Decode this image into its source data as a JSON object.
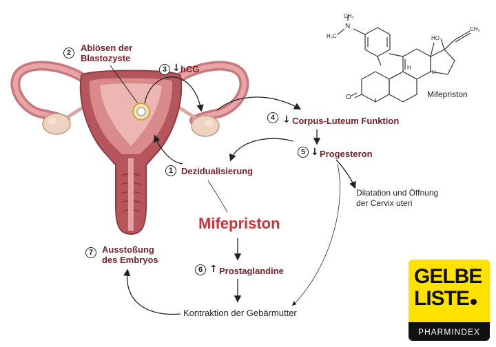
{
  "steps": {
    "s1": {
      "num": "1",
      "label": "Dezidualisierung"
    },
    "s2": {
      "num": "2",
      "line1": "Ablösen der",
      "line2": "Blastozyste"
    },
    "s3": {
      "num": "3",
      "arrow": "↓",
      "label": "hCG"
    },
    "s4": {
      "num": "4",
      "arrow": "↓",
      "label": "Corpus-Luteum Funktion"
    },
    "s5": {
      "num": "5",
      "arrow": "↓",
      "label": "Progesteron"
    },
    "s6": {
      "num": "6",
      "arrow": "↑",
      "label": "Prostaglandine"
    },
    "s7": {
      "num": "7",
      "line1": "Ausstoßung",
      "line2": "des Embryos"
    }
  },
  "drug_name": "Mifepriston",
  "structure_caption": "Mifepriston",
  "dilatation": {
    "line1": "Dilatation und Öffnung",
    "line2": "der Cervix uteri"
  },
  "contraction": "Kontraktion der Gebärmutter",
  "molecule": {
    "n": "N",
    "h3c": "H₃C",
    "ch3_top": "CH₃",
    "ho": "HO",
    "ch3_alkyne": "CH₃",
    "h1": "H",
    "h2": "H",
    "o": "O"
  },
  "logo": {
    "line1": "GELBE",
    "line2": "LISTE",
    "bar": "PHARMINDEX"
  },
  "colors": {
    "label": "#7a1e26",
    "accent": "#c8333b",
    "uterus": "#d98a8a",
    "uterus_dark": "#a5474d",
    "logo_bg": "#ffe200"
  }
}
